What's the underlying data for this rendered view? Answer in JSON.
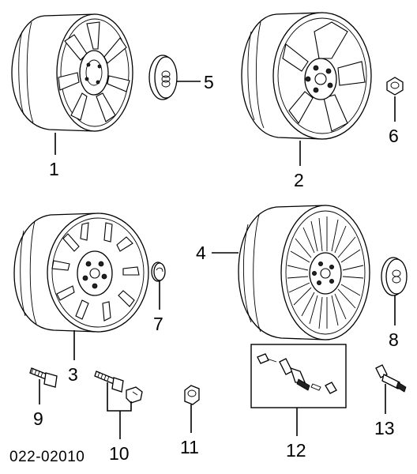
{
  "diagram": {
    "drawing_code": "022-02010",
    "callouts": [
      "1",
      "2",
      "3",
      "4",
      "5",
      "6",
      "7",
      "8",
      "9",
      "10",
      "11",
      "12",
      "13"
    ]
  },
  "icons": {
    "wheel_1": "seven-spoke-wheel-icon",
    "wheel_2": "five-spoke-wheel-icon",
    "wheel_3": "slotted-steel-wheel-icon",
    "wheel_4": "multi-spoke-wheel-icon",
    "center_cap": "hub-cap-icon",
    "nut": "lug-nut-icon",
    "bolt": "wheel-bolt-icon",
    "valve": "tire-valve-icon"
  }
}
